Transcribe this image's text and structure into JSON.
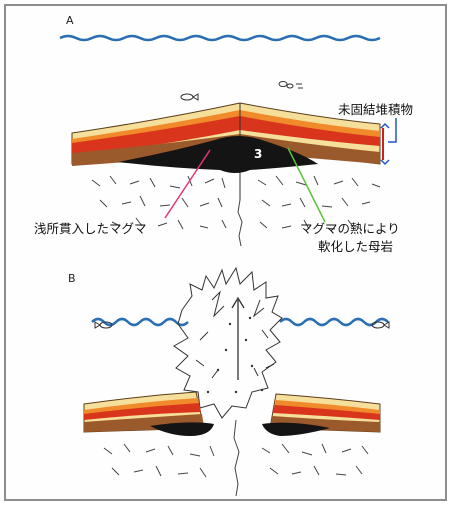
{
  "panels": {
    "a": {
      "letter": "A"
    },
    "b": {
      "letter": "B"
    }
  },
  "labels": {
    "unconsolidated_sediment": "未固結堆積物",
    "shallow_intrusive_magma": "浅所貫入したマグマ",
    "softened_host_rock_line1": "マグマの熱により",
    "softened_host_rock_line2": "軟化した母岩",
    "magma_number": "3"
  },
  "colors": {
    "sea": "#2a6fb3",
    "sediment_light": "#f5df9a",
    "sediment_orange": "#f08a2a",
    "sediment_red": "#d9351c",
    "sediment_brown": "#9b5a2b",
    "magma": "#141414",
    "bracket_blue": "#1f55c8",
    "bracket_red": "#cc2020",
    "pointer_pink": "#e8327a",
    "pointer_green": "#5cc23a"
  }
}
